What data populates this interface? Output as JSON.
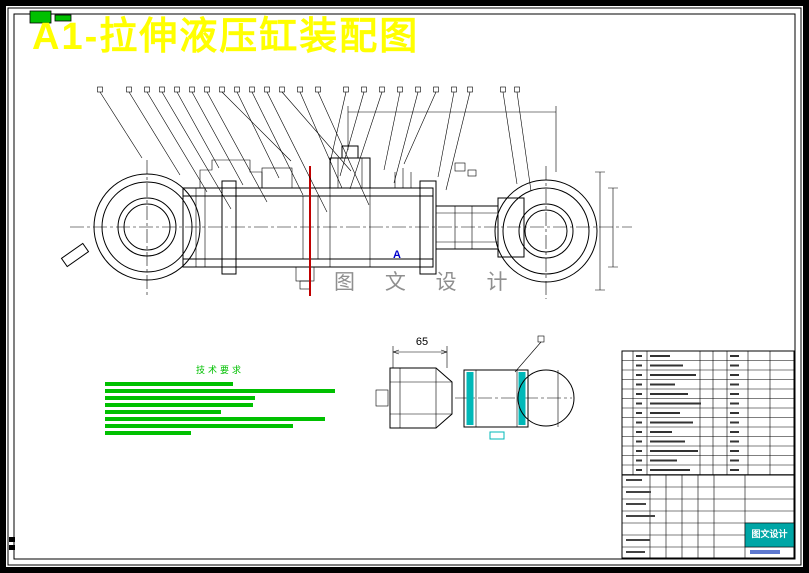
{
  "page": {
    "title": "A1-拉伸液压缸装配图",
    "watermark": "图 文 设 计",
    "section_label": "A",
    "tech_req_label": "技术要求",
    "detail_dim": "65",
    "title_block_brand": "图文设计"
  },
  "colors": {
    "title_yellow": "#ffff00",
    "green": "#00c000",
    "cyan": "#00b8b8",
    "red": "#c00000",
    "blue": "#0000cc",
    "watermark_gray": "#8f8f8f",
    "teal_cell": "#00a6a6"
  }
}
